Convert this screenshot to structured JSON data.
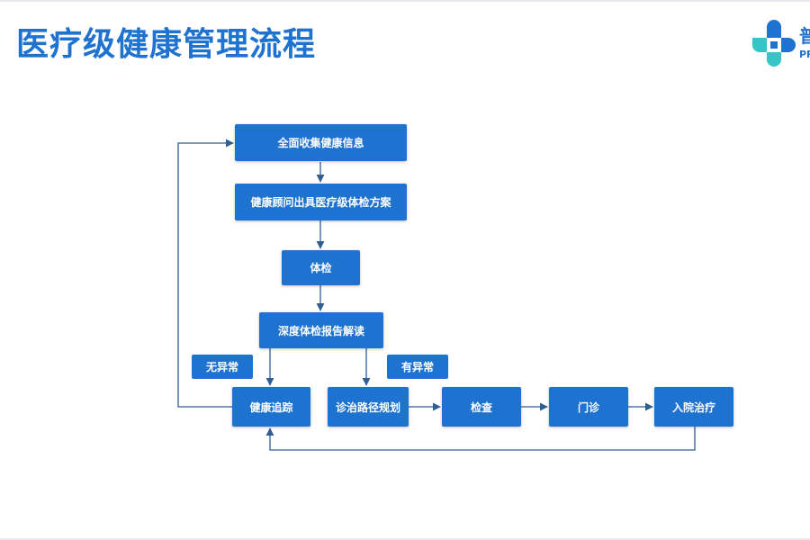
{
  "header": {
    "title": "医疗级健康管理流程",
    "logo_text_cn": "普",
    "logo_text_en": "PR"
  },
  "flow": {
    "collect_info": "全面收集健康信息",
    "checkup_plan": "健康顾问出具医疗级体检方案",
    "checkup": "体检",
    "report_reading": "深度体检报告解读",
    "health_tracking": "健康追踪",
    "treatment_path": "诊治路径规划",
    "examination": "检查",
    "outpatient": "门诊",
    "hospitalization": "入院治疗"
  },
  "labels": {
    "no_abnormal": "无异常",
    "abnormal": "有异常"
  },
  "colors": {
    "accent": "#1f73d0",
    "arrow": "#2f5f93"
  }
}
